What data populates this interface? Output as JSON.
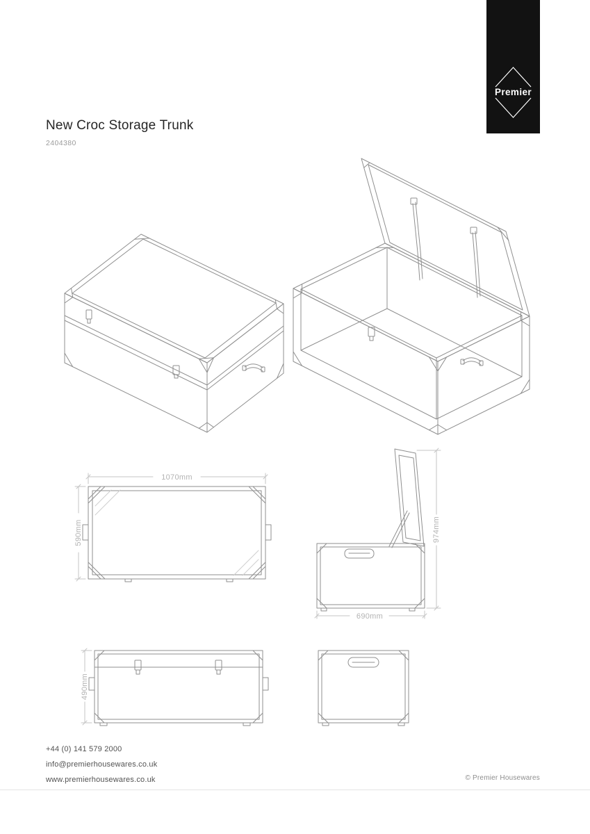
{
  "page": {
    "title": "New Croc Storage Trunk",
    "sku": "2404380"
  },
  "logo": {
    "brand": "Premier"
  },
  "dimensions": {
    "length": "1070mm",
    "depth": "590mm",
    "open_height": "974mm",
    "width": "690mm",
    "height": "490mm"
  },
  "footer": {
    "phone": "+44 (0) 141 579 2000",
    "email": "info@premierhousewares.co.uk",
    "website": "www.premierhousewares.co.uk",
    "copyright": "© Premier Housewares"
  },
  "colors": {
    "line": "#8f8f8f",
    "dimension_line": "#c6c6c6",
    "dimension_text": "#b3b3b3",
    "logo_background": "#121212",
    "logo_text": "#ffffff",
    "title_text": "#262626",
    "muted_text": "#9b9b9b",
    "footer_text": "#525252"
  }
}
